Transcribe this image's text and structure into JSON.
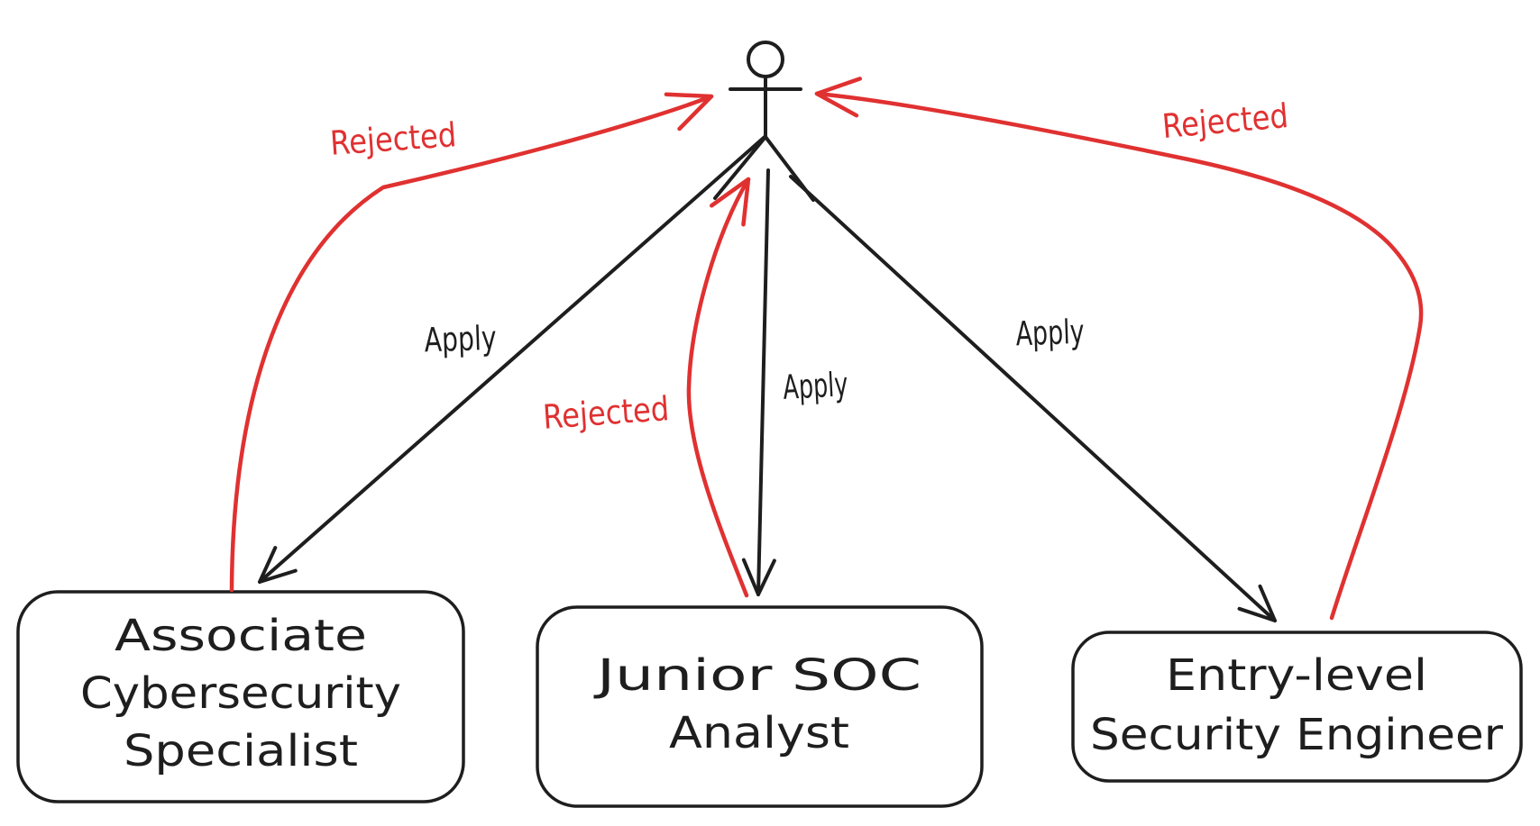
{
  "diagram": {
    "background": "#ffffff",
    "ink_color": "#1e1e1e",
    "reject_color": "#e03131",
    "actor_icon": "stick-figure-person-icon",
    "boxes": [
      {
        "lines": [
          "Associate",
          "Cybersecurity",
          "Specialist"
        ]
      },
      {
        "lines": [
          "Junior SOC",
          "Analyst"
        ]
      },
      {
        "lines": [
          "Entry-level",
          "Security Engineer"
        ]
      }
    ],
    "apply_labels": [
      "Apply",
      "Apply",
      "Apply"
    ],
    "rejected_labels": [
      "Rejected",
      "Rejected",
      "Rejected"
    ]
  }
}
